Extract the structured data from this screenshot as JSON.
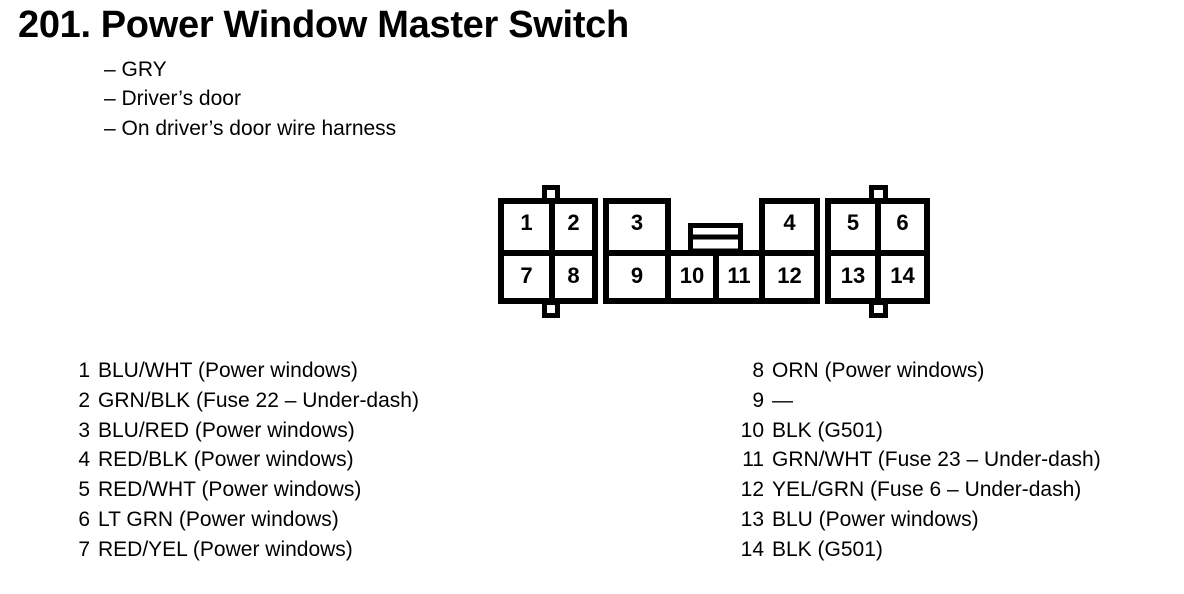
{
  "colors": {
    "ink": "#000000",
    "paper": "#ffffff"
  },
  "header": {
    "section_number": "201.",
    "title": "Power Window Master Switch",
    "notes": [
      "– GRY",
      "– Driver’s door",
      "– On driver’s door wire harness"
    ]
  },
  "connector": {
    "cells": [
      "1",
      "2",
      "3",
      "4",
      "5",
      "6",
      "7",
      "8",
      "9",
      "10",
      "11",
      "12",
      "13",
      "14"
    ]
  },
  "pins_left": [
    {
      "num": "1",
      "desc": "BLU/WHT (Power windows)"
    },
    {
      "num": "2",
      "desc": "GRN/BLK (Fuse 22 – Under-dash)"
    },
    {
      "num": "3",
      "desc": "BLU/RED (Power windows)"
    },
    {
      "num": "4",
      "desc": "RED/BLK (Power windows)"
    },
    {
      "num": "5",
      "desc": "RED/WHT (Power windows)"
    },
    {
      "num": "6",
      "desc": "LT GRN (Power windows)"
    },
    {
      "num": "7",
      "desc": "RED/YEL (Power windows)"
    }
  ],
  "pins_right": [
    {
      "num": "8",
      "desc": "ORN (Power windows)"
    },
    {
      "num": "9",
      "desc": "—"
    },
    {
      "num": "10",
      "desc": "BLK (G501)"
    },
    {
      "num": "11",
      "desc": "GRN/WHT (Fuse 23 – Under-dash)"
    },
    {
      "num": "12",
      "desc": "YEL/GRN (Fuse 6 – Under-dash)"
    },
    {
      "num": "13",
      "desc": "BLU (Power windows)"
    },
    {
      "num": "14",
      "desc": "BLK (G501)"
    }
  ]
}
